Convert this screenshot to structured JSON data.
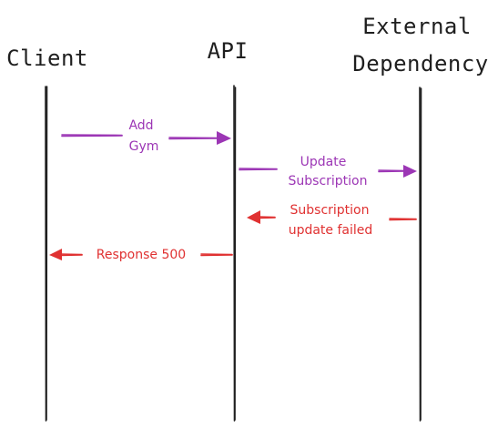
{
  "participants": {
    "client": "Client",
    "api": "API",
    "external_line1": "External",
    "external_line2": "Dependency"
  },
  "messages": {
    "add_gym_line1": "Add",
    "add_gym_line2": "Gym",
    "update_subscription_line1": "Update",
    "update_subscription_line2": "Subscription",
    "subscription_failed_line1": "Subscription",
    "subscription_failed_line2": "update failed",
    "response_500": "Response 500"
  },
  "colors": {
    "request": "#9c36b5",
    "error": "#e03131",
    "ink": "#1e1e1e"
  }
}
